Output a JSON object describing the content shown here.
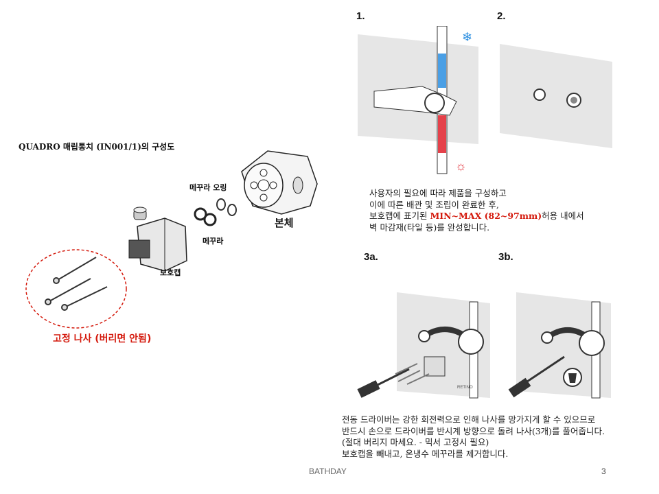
{
  "title": "QUADRO 매립통치 (IN001/1)의 구성도",
  "labels": {
    "cartridge_oring": "메꾸라 오링",
    "cartridge": "메꾸라",
    "body": "본체",
    "cap": "보호캡",
    "fixed_screws": "고정 나사 (버리면 안됨)"
  },
  "steps": {
    "s1": "1.",
    "s2": "2.",
    "s3a": "3a.",
    "s3b": "3b."
  },
  "paragraph1": {
    "line1": "사용자의 필요에 따라 제품을 구성하고",
    "line2": "이에 따른 배관 및 조립이 완료한 후,",
    "line3_pre": "보호캡에 표기된 ",
    "line3_highlight": "MIN~MAX (82~97mm)",
    "line3_post": "허용 내에서",
    "line4": "벽 마감재(타일 등)를 완성합니다."
  },
  "paragraph2": {
    "line1": "전동 드라이버는 강한 회전력으로 인해 나사를 망가지게 할 수 있으므로",
    "line2": "반드시 손으로 드라이버를 반시계 방향으로 돌려 나사(3개)를 풀어줍니다.",
    "line3": "(절대 버리지 마세요. - 믹서 고정시 필요)",
    "line4": "보호캡을 빼내고, 온냉수 메꾸라를 제거합니다."
  },
  "retino_text": "RETINO",
  "footer": {
    "brand": "BATHDAY",
    "page": "3"
  },
  "colors": {
    "accent_red": "#d4190c",
    "cold_blue": "#2a8ee0",
    "hot_red": "#e0202a",
    "wall_gray": "#e6e6e6"
  }
}
